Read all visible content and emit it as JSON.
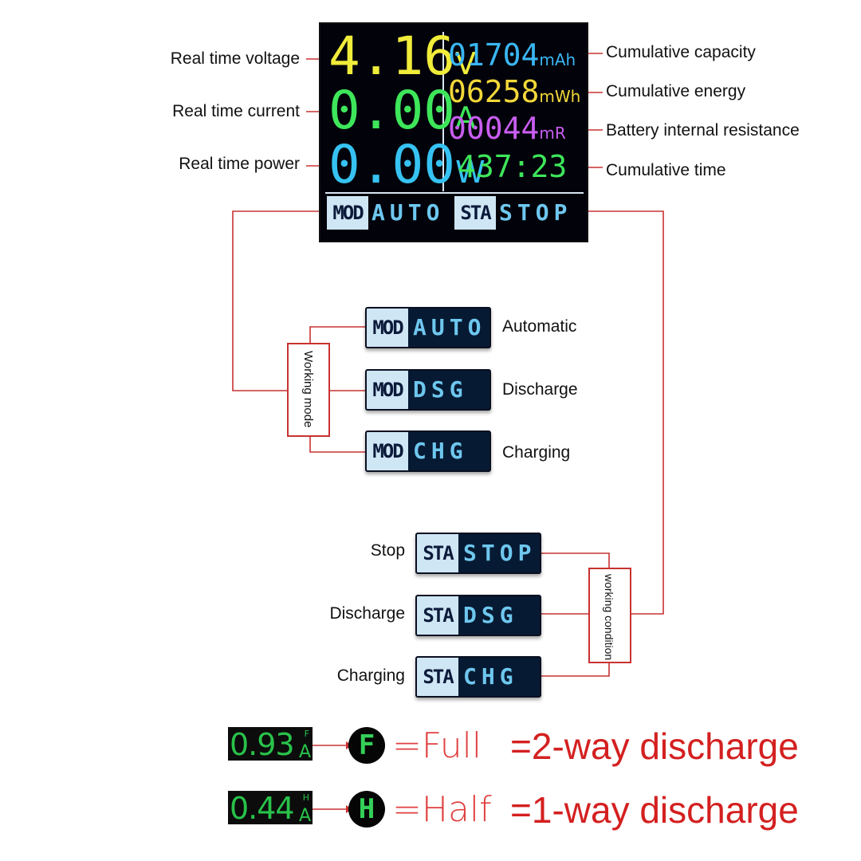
{
  "display": {
    "voltage": "4.16",
    "voltage_unit": "V",
    "current": "0.00",
    "current_unit": "A",
    "power": "0.00",
    "power_unit": "W",
    "capacity": "01704",
    "capacity_unit": "mAh",
    "energy": "06258",
    "energy_unit": "mWh",
    "resistance": "00044",
    "resistance_unit": "mR",
    "time": "437:23",
    "mod_tag": "MOD",
    "mod_value": "AUTO",
    "sta_tag": "STA",
    "sta_value": "STOP"
  },
  "labels_left": {
    "voltage": "Real time voltage",
    "current": "Real time current",
    "power": "Real time power"
  },
  "labels_right": {
    "capacity": "Cumulative capacity",
    "energy": "Cumulative energy",
    "resistance": "Battery internal resistance",
    "time": "Cumulative time"
  },
  "working_mode": {
    "box_label": "Working mode",
    "items": [
      {
        "tag": "MOD",
        "value": "AUTO",
        "label": "Automatic"
      },
      {
        "tag": "MOD",
        "value": "DSG",
        "label": "Discharge"
      },
      {
        "tag": "MOD",
        "value": "CHG",
        "label": "Charging"
      }
    ]
  },
  "working_condition": {
    "box_label": "working condition",
    "items": [
      {
        "tag": "STA",
        "value": "STOP",
        "label": "Stop"
      },
      {
        "tag": "STA",
        "value": "DSG",
        "label": "Discharge"
      },
      {
        "tag": "STA",
        "value": "CHG",
        "label": "Charging"
      }
    ]
  },
  "legend": [
    {
      "reading": "0.93",
      "superscript": "F",
      "unit": "A",
      "letter": "F",
      "meaning": "=Full",
      "result": "=2-way discharge"
    },
    {
      "reading": "0.44",
      "superscript": "H",
      "unit": "A",
      "letter": "H",
      "meaning": "=Half",
      "result": "=1-way discharge"
    }
  ],
  "colors": {
    "voltage": "#f0ec3a",
    "current": "#3ee65a",
    "power": "#36c2f2",
    "capacity": "#3ab6f2",
    "energy": "#f3d83a",
    "resistance": "#c85ef0",
    "time": "#3ee65a",
    "connector": "#c83232"
  }
}
